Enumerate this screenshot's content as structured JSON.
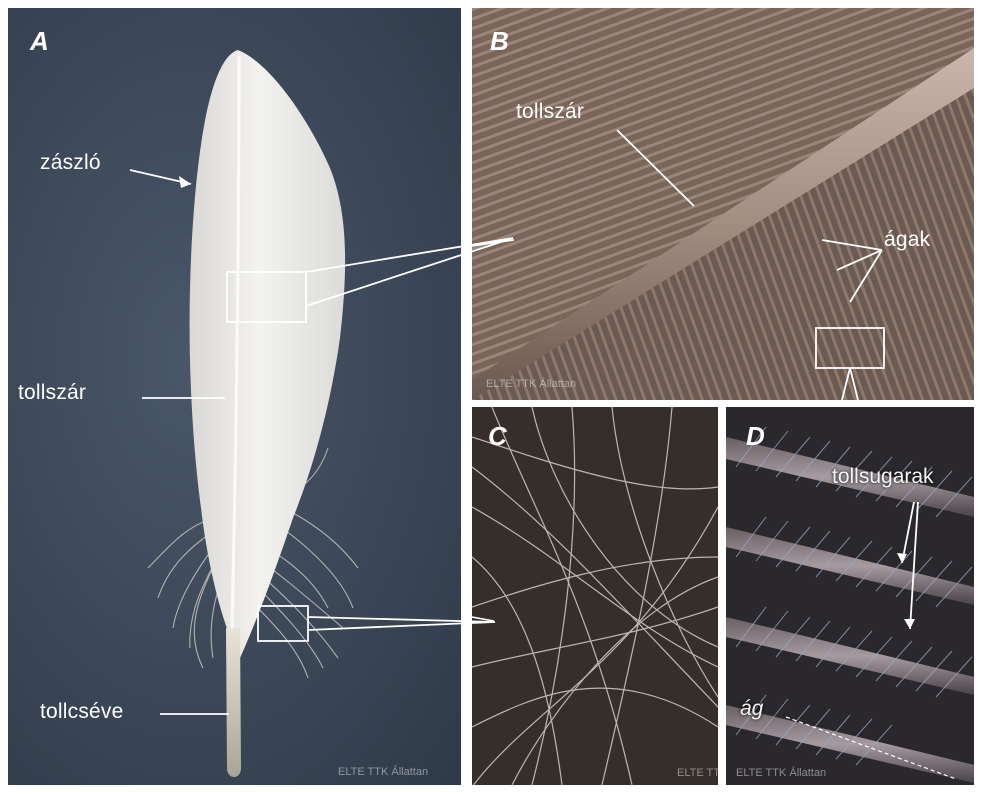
{
  "panels": {
    "a": {
      "letter": "A",
      "labels": {
        "vane": "zászló",
        "shaft": "tollszár",
        "calamus": "tollcséve"
      },
      "watermark": "ELTE TTK Állattan"
    },
    "b": {
      "letter": "B",
      "labels": {
        "shaft": "tollszár",
        "barbs": "ágak"
      },
      "watermark": "ELTE TTK Állattan"
    },
    "c": {
      "letter": "C",
      "watermark": "ELTE TTK Állattan"
    },
    "d": {
      "letter": "D",
      "labels": {
        "barbules": "tollsugarak",
        "barb": "ág"
      },
      "watermark": "ELTE TTK Állattan"
    }
  },
  "colors": {
    "background_a": "#3a4656",
    "feather": "#ece9e4",
    "annotation": "#ffffff",
    "photo_b": "#6e5c52"
  }
}
